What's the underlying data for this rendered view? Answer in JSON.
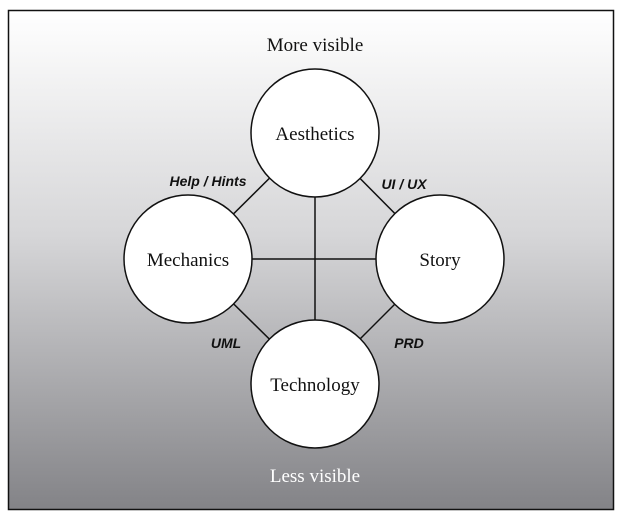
{
  "diagram": {
    "top_label": "More visible",
    "bottom_label": "Less visible",
    "nodes": [
      {
        "id": "aesthetics",
        "label": "Aesthetics"
      },
      {
        "id": "mechanics",
        "label": "Mechanics"
      },
      {
        "id": "story",
        "label": "Story"
      },
      {
        "id": "technology",
        "label": "Technology"
      }
    ],
    "edges": [
      {
        "from": "aesthetics",
        "to": "mechanics",
        "label": "Help / Hints"
      },
      {
        "from": "aesthetics",
        "to": "story",
        "label": "UI / UX"
      },
      {
        "from": "mechanics",
        "to": "technology",
        "label": "UML"
      },
      {
        "from": "story",
        "to": "technology",
        "label": "PRD"
      },
      {
        "from": "aesthetics",
        "to": "technology",
        "label": ""
      },
      {
        "from": "mechanics",
        "to": "story",
        "label": ""
      }
    ],
    "colors": {
      "gradient_top": "#ffffff",
      "gradient_bottom": "#838387",
      "node_fill": "#ffffff",
      "stroke": "#111111"
    }
  }
}
